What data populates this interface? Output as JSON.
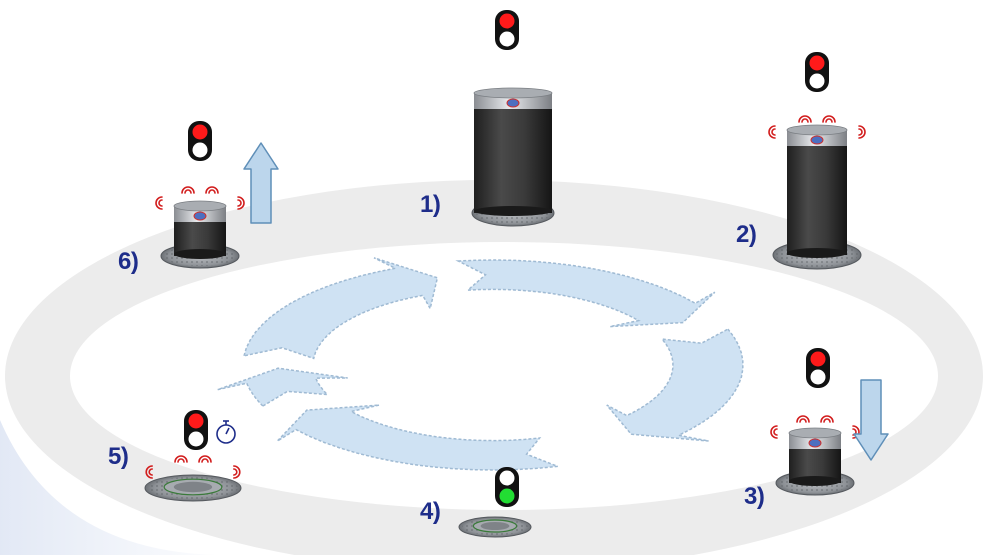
{
  "steps": [
    {
      "id": "1",
      "label": "1)",
      "state": "raised",
      "light": "red",
      "sensors": false,
      "motion": "none",
      "timer": false
    },
    {
      "id": "2",
      "label": "2)",
      "state": "raised",
      "light": "red",
      "sensors": true,
      "motion": "none",
      "timer": false
    },
    {
      "id": "3",
      "label": "3)",
      "state": "lowering",
      "light": "red",
      "sensors": true,
      "motion": "down",
      "timer": false
    },
    {
      "id": "4",
      "label": "4)",
      "state": "lowered",
      "light": "green",
      "sensors": false,
      "motion": "none",
      "timer": false
    },
    {
      "id": "5",
      "label": "5)",
      "state": "lowered",
      "light": "red",
      "sensors": true,
      "motion": "none",
      "timer": true
    },
    {
      "id": "6",
      "label": "6)",
      "state": "rising",
      "light": "red",
      "sensors": true,
      "motion": "up",
      "timer": false
    }
  ],
  "colors": {
    "label": "#1e2d8a",
    "signal_red": "#ff1a1a",
    "signal_green": "#22dd33",
    "signal_off": "#ffffff",
    "signal_housing": "#111111",
    "sensor_wave": "#d21e1e",
    "bollard_body": "#3a3a3a",
    "bollard_cap": "#c9ccd0",
    "ring": "#ececec",
    "cycle_arrow": "#cfe2f3",
    "cycle_arrow_edge": "#9fbad3",
    "motion_arrow": "#bcd6ec",
    "motion_arrow_edge": "#5f8fb8"
  },
  "icons": {
    "signal": "traffic-light-icon",
    "timer": "stopwatch-icon",
    "sensor": "sensor-wave-icon",
    "cycle": "cycle-arrows-icon"
  }
}
